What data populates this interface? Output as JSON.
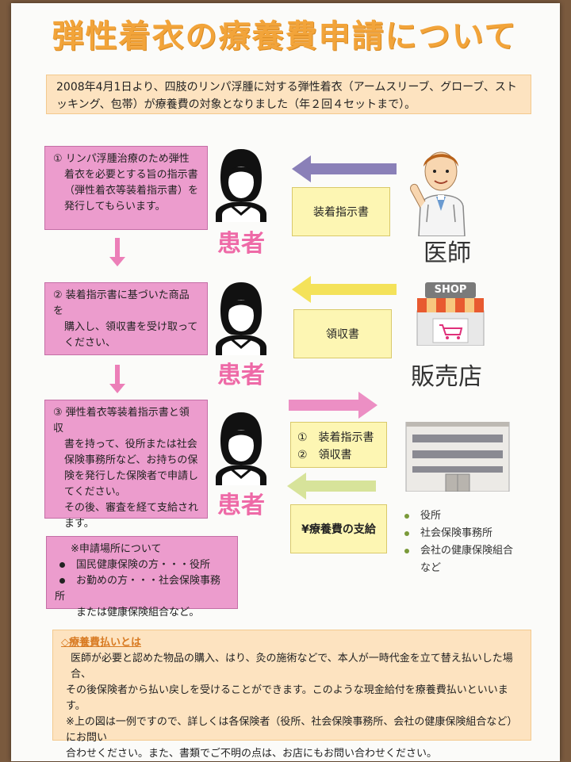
{
  "title": "弾性着衣の療養費申請について",
  "intro": "2008年4月1日より、四肢のリンパ浮腫に対する弾性着衣（アームスリーブ、グローブ、ストッキング、包帯）が療養費の対象となりました（年２回４セットまで）。",
  "steps": [
    {
      "lines": [
        "① リンパ浮腫治療のため弾性",
        "着衣を必要とする旨の指示書",
        "（弾性着衣等装着指示書）を",
        "発行してもらいます。"
      ]
    },
    {
      "lines": [
        "② 装着指示書に基づいた商品を",
        "購入し、領収書を受け取って",
        "ください、"
      ]
    },
    {
      "lines": [
        "③ 弾性着衣等装着指示書と領収",
        "書を持って、役所または社会",
        "保険事務所など、お持ちの保",
        "険を発行した保険者で申請し",
        "てください。",
        "その後、審査を経て支給され",
        "ます。"
      ]
    }
  ],
  "patient_label": "患者",
  "doctor_label": "医師",
  "store_label": "販売店",
  "shop_sign": "SHOP",
  "doc1": "装着指示書",
  "doc2": "領収書",
  "doc3_line1": "①　装着指示書",
  "doc3_line2": "②　領収書",
  "payment": "¥療養費の支給",
  "places": [
    "役所",
    "社会保険事務所",
    "会社の健康保険組合",
    "など"
  ],
  "apply": {
    "title": "※申請場所について",
    "item1": "国民健康保険の方・・・役所",
    "item2": "お勤めの方・・・社会保険事務所",
    "item2b": "または健康保険組合など。"
  },
  "bottom": {
    "heading": "◇療養費払いとは",
    "lines": [
      "医師が必要と認めた物品の購入、はり、灸の施術などで、本人が一時代金を立て替え払いした場合、",
      "その後保険者から払い戻しを受けることができます。このような現金給付を療養費払いといいます。",
      "※上の図は一例ですので、詳しくは各保険者（役所、社会保険事務所、会社の健康保険組合など）にお問い",
      "合わせください。また、書類でご不明の点は、お店にもお問い合わせください。"
    ]
  },
  "colors": {
    "pink": "#ec9ccd",
    "orange_title": "#f2a43a",
    "patient": "#ee6aa7",
    "yellow": "#fdf6b3",
    "cream": "#fde3c0"
  }
}
